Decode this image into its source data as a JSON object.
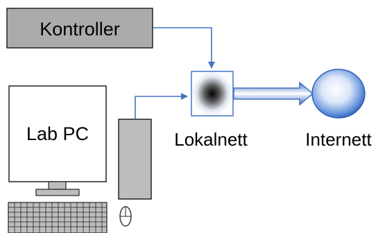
{
  "nodes": {
    "controller": {
      "label": "Kontroller"
    },
    "lab_pc": {
      "label": "Lab PC"
    },
    "local_network": {
      "label": "Lokalnett"
    },
    "internet": {
      "label": "Internett"
    }
  },
  "colors": {
    "connector": "#4472C4",
    "box_fill": "#ABABAB",
    "tower_fill": "#BDBDBD",
    "monitor_fill": "#ffffff",
    "outline": "#222222"
  }
}
